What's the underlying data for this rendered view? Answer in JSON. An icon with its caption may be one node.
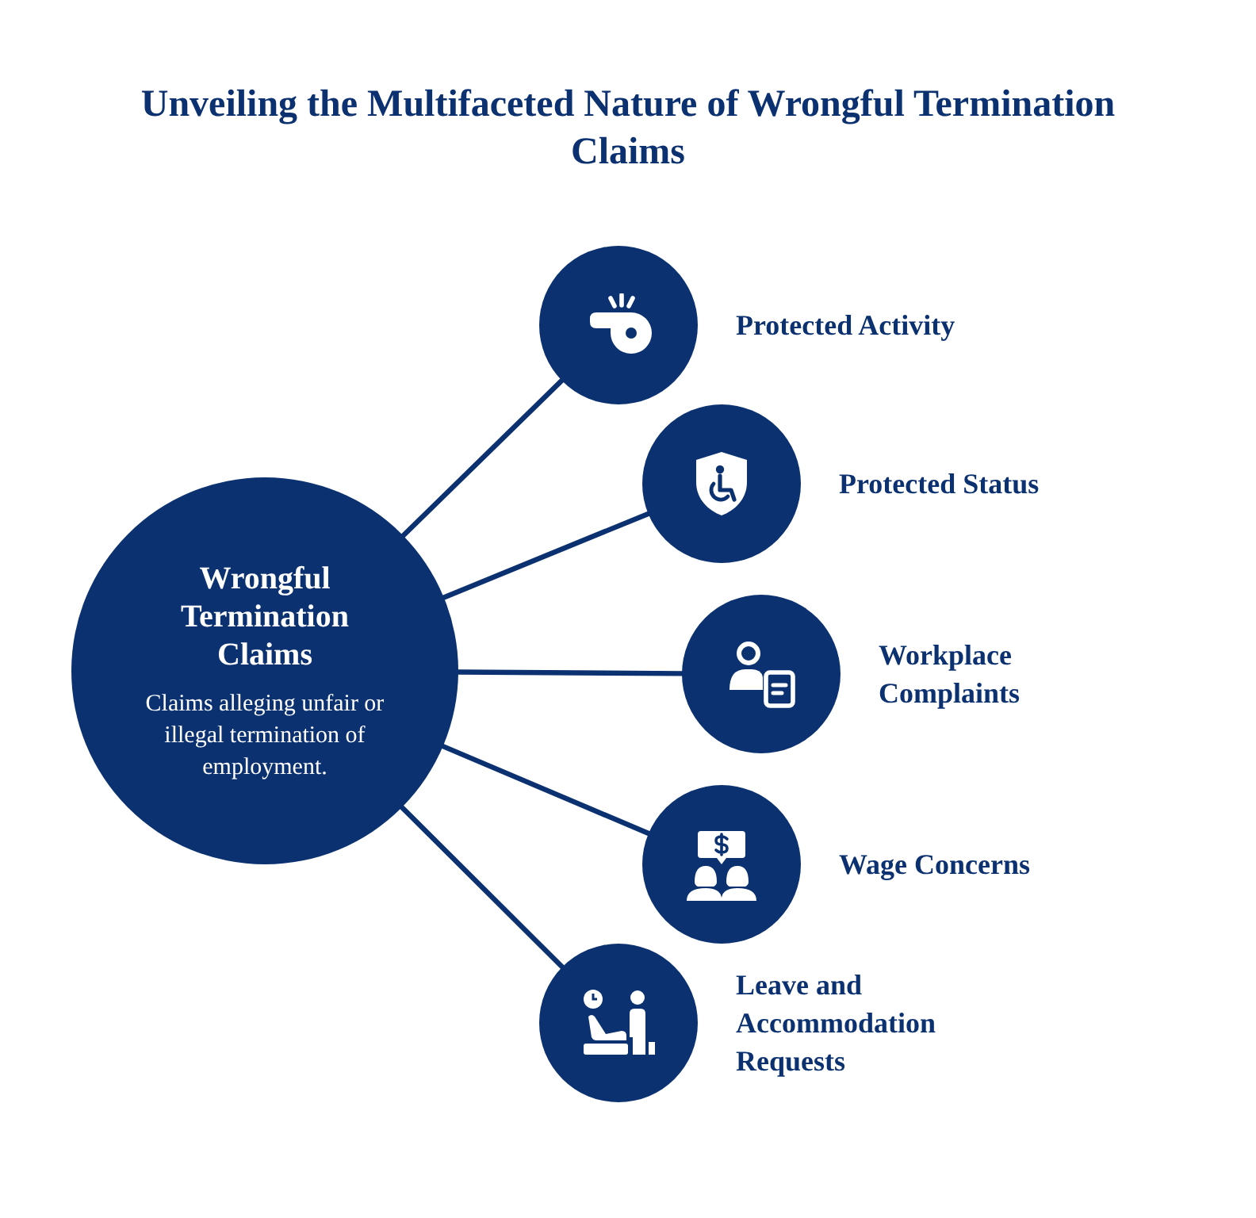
{
  "diagram": {
    "title": "Unveiling the Multifaceted Nature of Wrongful Termination Claims",
    "nodes": [
      {
        "text": [
          "Wrongful Termination Claims",
          "Claims alleging unfair or illegal termination of employment."
        ]
      },
      {
        "text": [
          "Protected Activity"
        ]
      },
      {
        "text": [
          "Protected Status"
        ]
      },
      {
        "text": [
          "Workplace Complaints"
        ]
      },
      {
        "text": [
          "Wage Concerns"
        ]
      },
      {
        "text": [
          "Leave and Accommodation Requests"
        ]
      }
    ],
    "edges": [
      {
        "from": 0,
        "to": 1,
        "arrow": "none"
      },
      {
        "from": 0,
        "to": 2,
        "arrow": "none"
      },
      {
        "from": 0,
        "to": 3,
        "arrow": "none"
      },
      {
        "from": 0,
        "to": 4,
        "arrow": "none"
      },
      {
        "from": 0,
        "to": 5,
        "arrow": "none"
      }
    ]
  }
}
